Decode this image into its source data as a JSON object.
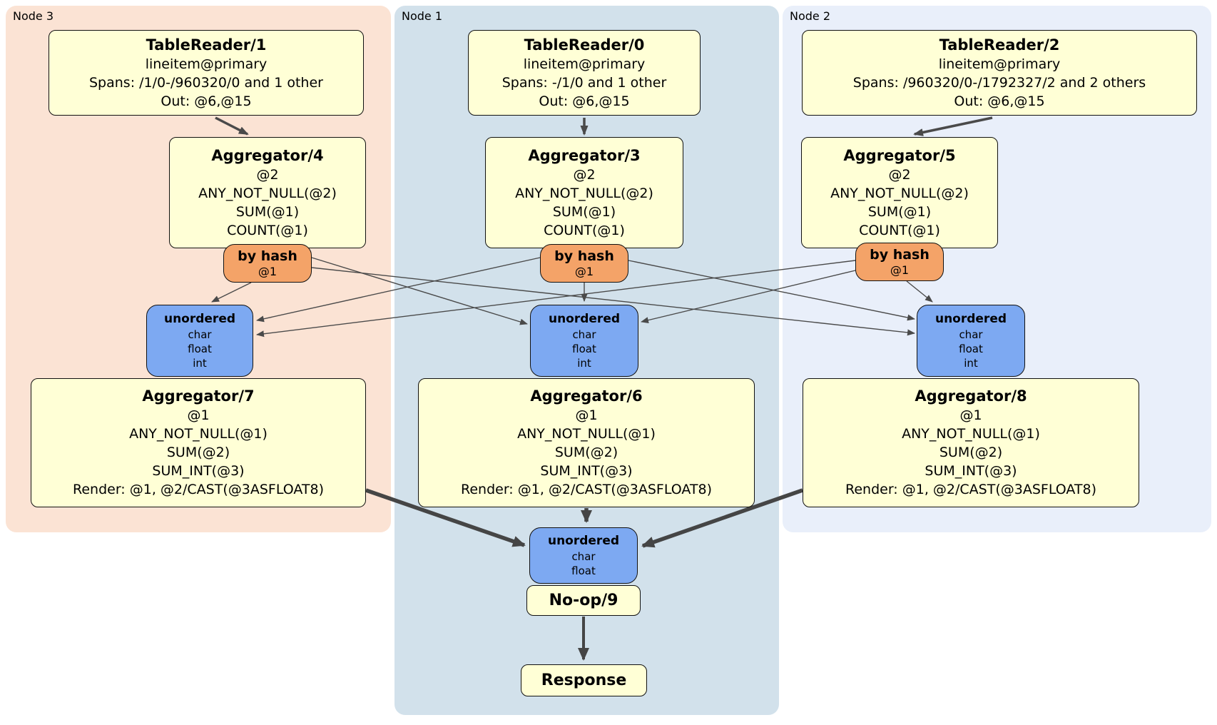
{
  "diagram_title": "distsql-plan",
  "panels": {
    "node3": {
      "label": "Node 3"
    },
    "node1": {
      "label": "Node 1"
    },
    "node2": {
      "label": "Node 2"
    }
  },
  "processors": {
    "tr1": {
      "title": "TableReader/1",
      "l1": "lineitem@primary",
      "l2": "Spans: /1/0-/960320/0 and 1 other",
      "l3": "Out: @6,@15"
    },
    "tr0": {
      "title": "TableReader/0",
      "l1": "lineitem@primary",
      "l2": "Spans: -/1/0 and 1 other",
      "l3": "Out: @6,@15"
    },
    "tr2": {
      "title": "TableReader/2",
      "l1": "lineitem@primary",
      "l2": "Spans: /960320/0-/1792327/2 and 2 others",
      "l3": "Out: @6,@15"
    },
    "agg4": {
      "title": "Aggregator/4",
      "l1": "@2",
      "l2": "ANY_NOT_NULL(@2)",
      "l3": "SUM(@1)",
      "l4": "COUNT(@1)"
    },
    "agg3": {
      "title": "Aggregator/3",
      "l1": "@2",
      "l2": "ANY_NOT_NULL(@2)",
      "l3": "SUM(@1)",
      "l4": "COUNT(@1)"
    },
    "agg5": {
      "title": "Aggregator/5",
      "l1": "@2",
      "l2": "ANY_NOT_NULL(@2)",
      "l3": "SUM(@1)",
      "l4": "COUNT(@1)"
    },
    "agg7": {
      "title": "Aggregator/7",
      "l1": "@1",
      "l2": "ANY_NOT_NULL(@1)",
      "l3": "SUM(@2)",
      "l4": "SUM_INT(@3)",
      "l5": "Render: @1, @2/CAST(@3ASFLOAT8)"
    },
    "agg6": {
      "title": "Aggregator/6",
      "l1": "@1",
      "l2": "ANY_NOT_NULL(@1)",
      "l3": "SUM(@2)",
      "l4": "SUM_INT(@3)",
      "l5": "Render: @1, @2/CAST(@3ASFLOAT8)"
    },
    "agg8": {
      "title": "Aggregator/8",
      "l1": "@1",
      "l2": "ANY_NOT_NULL(@1)",
      "l3": "SUM(@2)",
      "l4": "SUM_INT(@3)",
      "l5": "Render: @1, @2/CAST(@3ASFLOAT8)"
    },
    "noop": {
      "title": "No-op/9"
    },
    "response": {
      "title": "Response"
    }
  },
  "routers": {
    "hash3": {
      "title": "by hash",
      "sub": "@1"
    },
    "hash1": {
      "title": "by hash",
      "sub": "@1"
    },
    "hash2": {
      "title": "by hash",
      "sub": "@1"
    }
  },
  "syncs": {
    "un3": {
      "title": "unordered",
      "i1": "char",
      "i2": "float",
      "i3": "int"
    },
    "un1": {
      "title": "unordered",
      "i1": "char",
      "i2": "float",
      "i3": "int"
    },
    "un2": {
      "title": "unordered",
      "i1": "char",
      "i2": "float",
      "i3": "int"
    },
    "unf": {
      "title": "unordered",
      "i1": "char",
      "i2": "float"
    }
  },
  "colors": {
    "panel_node3": "#fbe3d4",
    "panel_node1": "#d2e1eb",
    "panel_node2": "#e9effa",
    "processor_fill": "#ffffd6",
    "router_fill": "#f4a368",
    "sync_fill": "#7da9f2",
    "edge": "#4a4a4a"
  }
}
